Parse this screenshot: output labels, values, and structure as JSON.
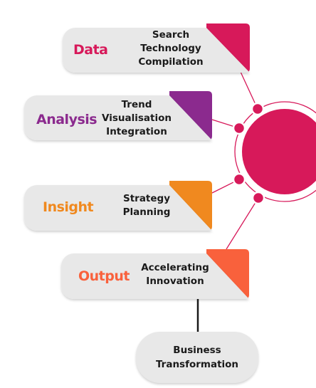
{
  "colors": {
    "data": "#d7195a",
    "analysis": "#8b2a8e",
    "insight": "#f0891f",
    "output": "#f9613c",
    "hub": "#d7195a",
    "box": "#e8e8e8",
    "line": "#1a1a1a"
  },
  "stages": [
    {
      "label": "Data",
      "items": [
        "Search",
        "Technology",
        "Compilation"
      ]
    },
    {
      "label": "Analysis",
      "items": [
        "Trend",
        "Visualisation",
        "Integration"
      ]
    },
    {
      "label": "Insight",
      "items": [
        "Strategy",
        "Planning"
      ]
    },
    {
      "label": "Output",
      "items": [
        "Accelerating",
        "Innovation"
      ]
    }
  ],
  "final": {
    "line1": "Business",
    "line2": "Transformation"
  }
}
